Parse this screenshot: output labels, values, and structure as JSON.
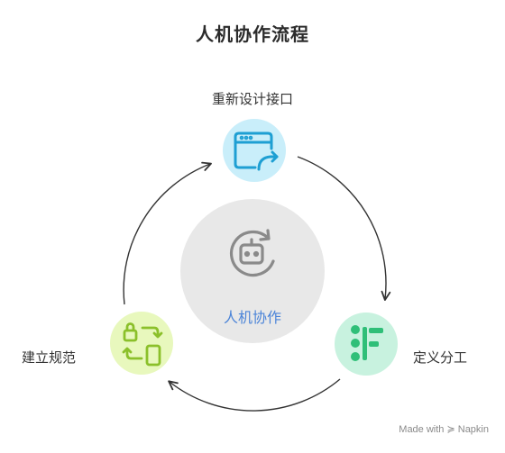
{
  "title": "人机协作流程",
  "center": {
    "label": "人机协作",
    "icon": "robot-refresh-icon"
  },
  "nodes": [
    {
      "id": "top",
      "label": "重新设计接口",
      "icon": "browser-window-redirect-icon",
      "color": "#c9eefa",
      "icon_color": "#1e9fd3"
    },
    {
      "id": "right",
      "label": "定义分工",
      "icon": "people-roles-icon",
      "color": "#c8f2df",
      "icon_color": "#2fbf78"
    },
    {
      "id": "left",
      "label": "建立规范",
      "icon": "lock-device-exchange-icon",
      "color": "#e8f8bd",
      "icon_color": "#8bc02a"
    }
  ],
  "brand": "Made with ≽ Napkin",
  "colors": {
    "arrow": "#333333",
    "center_fill": "#e8e8e8",
    "center_icon": "#8a8a8a"
  }
}
